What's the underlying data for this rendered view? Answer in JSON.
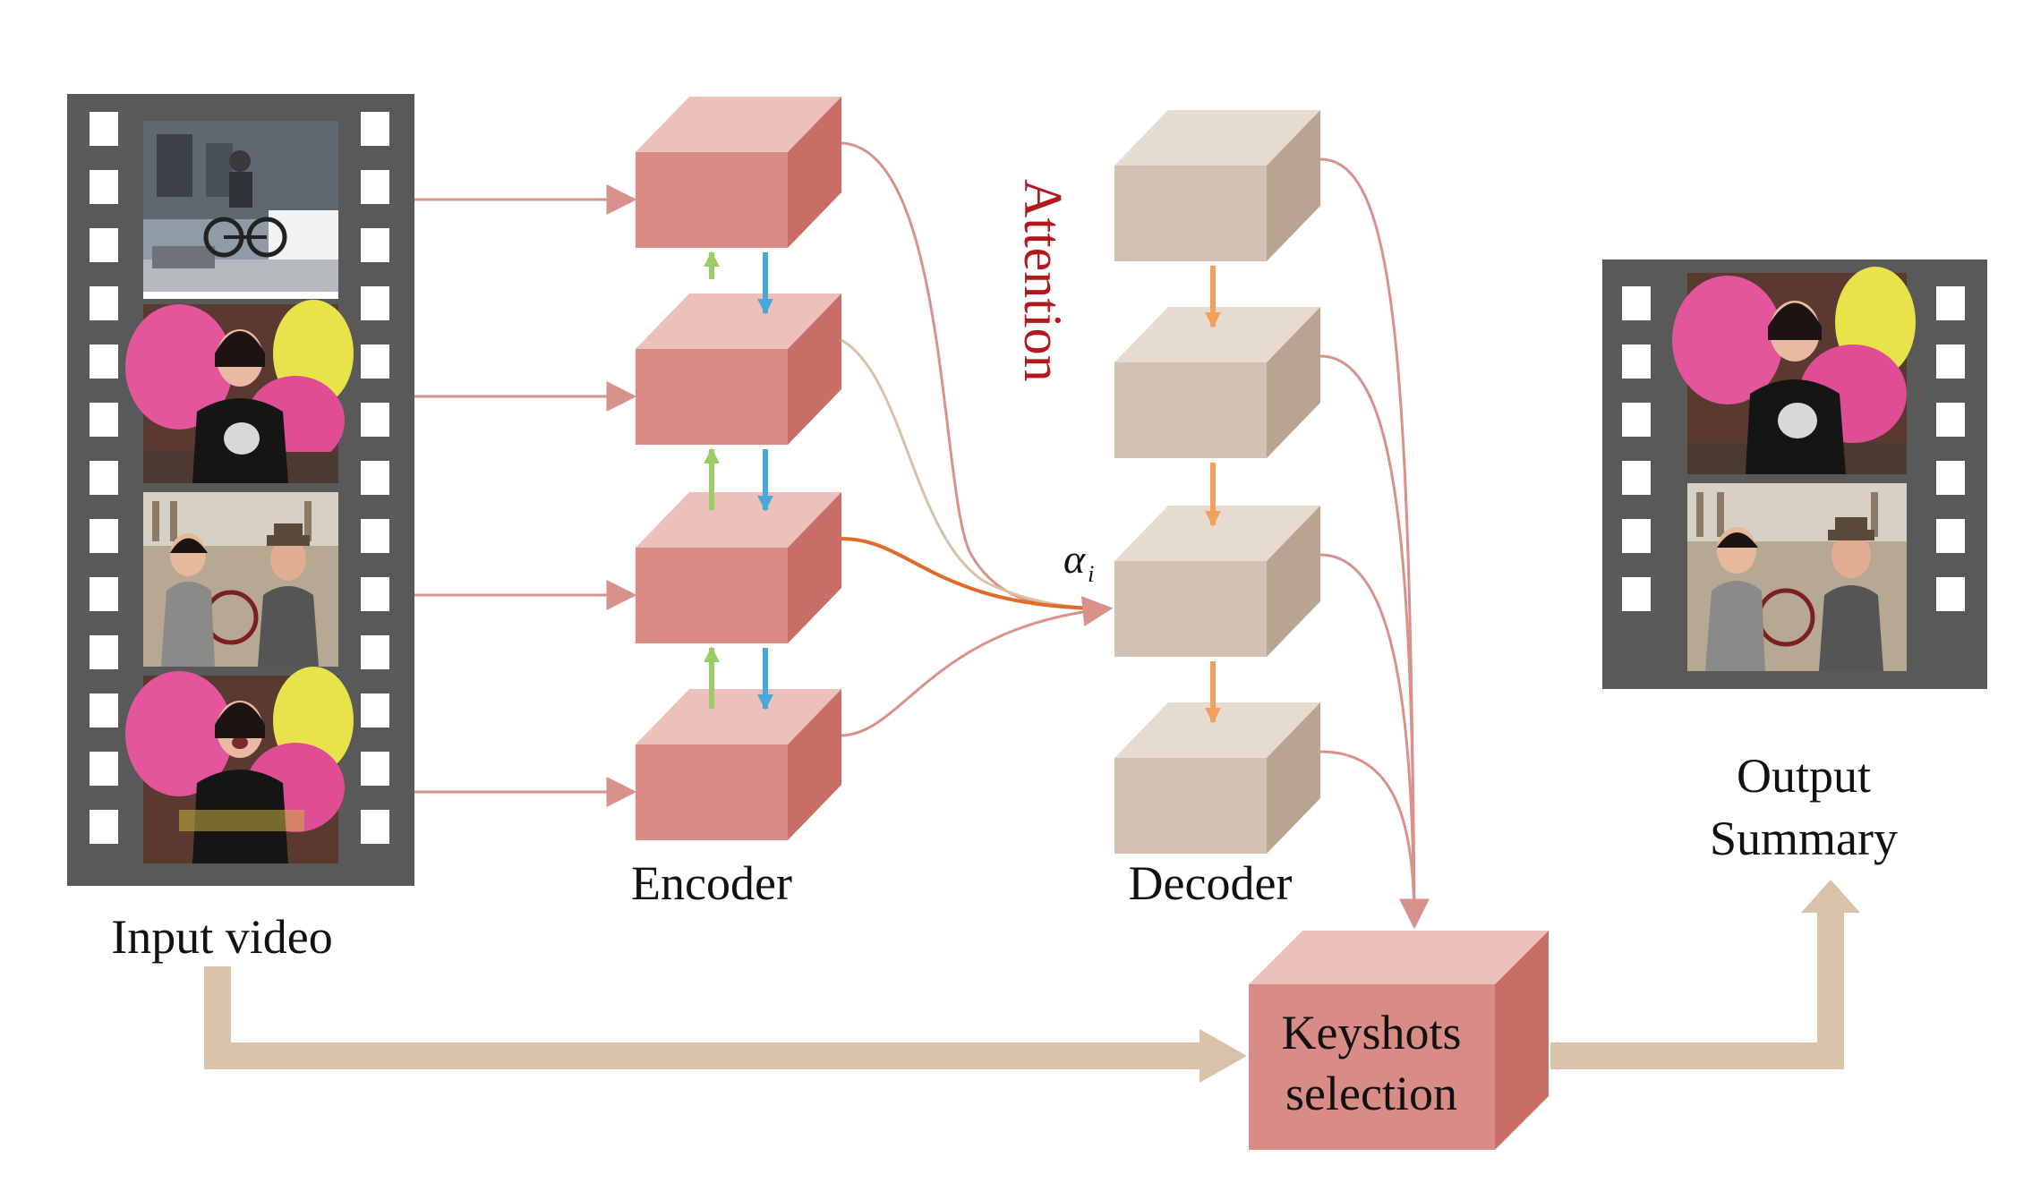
{
  "labels": {
    "input_video": "Input video",
    "encoder": "Encoder",
    "decoder": "Decoder",
    "attention": "Attention",
    "alpha": "α",
    "alpha_sub": "i",
    "output_line1": "Output",
    "output_line2": "Summary",
    "keyshots_line1": "Keyshots",
    "keyshots_line2": "selection"
  },
  "input_frames": [
    "bmx-rider-frame",
    "host-woman-frame",
    "two-presenters-frame",
    "host-woman-speaking-frame"
  ],
  "output_frames": [
    "host-woman-frame",
    "two-presenters-frame"
  ],
  "colors": {
    "encoder_front": "#d98c86",
    "encoder_top": "#ecc0bb",
    "encoder_side": "#c96d67",
    "decoder_front": "#d2c2b3",
    "decoder_top": "#e6dbcf",
    "decoder_side": "#b8a491",
    "arrow": "#d9918b",
    "attention_text": "#b3181f",
    "orange": "#f2a05a",
    "green": "#9ccc65",
    "blue": "#4aa8d8",
    "highlight": "#e06a2a",
    "tan_arrow": "#d9c2aa",
    "film": "#595959"
  }
}
